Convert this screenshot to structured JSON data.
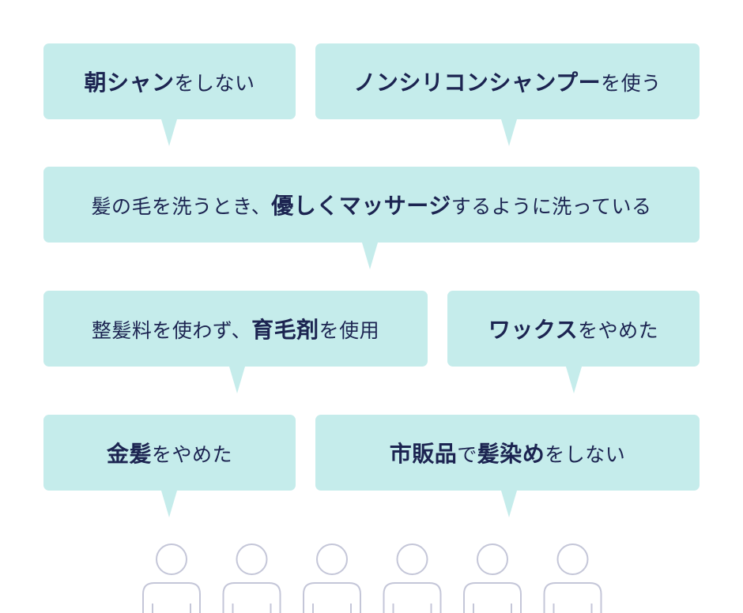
{
  "bubbles": [
    {
      "segments": [
        {
          "text": "朝シャン",
          "bold": true
        },
        {
          "text": "をしない",
          "bold": false
        }
      ]
    },
    {
      "segments": [
        {
          "text": "ノンシリコンシャンプー",
          "bold": true
        },
        {
          "text": "を使う",
          "bold": false
        }
      ]
    },
    {
      "segments": [
        {
          "text": "髪の毛を洗うとき、",
          "bold": false
        },
        {
          "text": "優しくマッサージ",
          "bold": true
        },
        {
          "text": "するように洗っている",
          "bold": false
        }
      ]
    },
    {
      "segments": [
        {
          "text": "整髪料を使わず、",
          "bold": false
        },
        {
          "text": "育毛剤",
          "bold": true
        },
        {
          "text": "を使用",
          "bold": false
        }
      ]
    },
    {
      "segments": [
        {
          "text": "ワックス",
          "bold": true
        },
        {
          "text": "をやめた",
          "bold": false
        }
      ]
    },
    {
      "segments": [
        {
          "text": "金髪",
          "bold": true
        },
        {
          "text": "をやめた",
          "bold": false
        }
      ]
    },
    {
      "segments": [
        {
          "text": "市販品",
          "bold": true
        },
        {
          "text": "で",
          "bold": false
        },
        {
          "text": "髪染め",
          "bold": true
        },
        {
          "text": "をしない",
          "bold": false
        }
      ]
    }
  ],
  "people_count": 6,
  "colors": {
    "bubble_bg": "#c5eceb",
    "text": "#1c2451",
    "person_stroke": "#c4c6d8"
  },
  "icons": [
    "person-icon"
  ]
}
